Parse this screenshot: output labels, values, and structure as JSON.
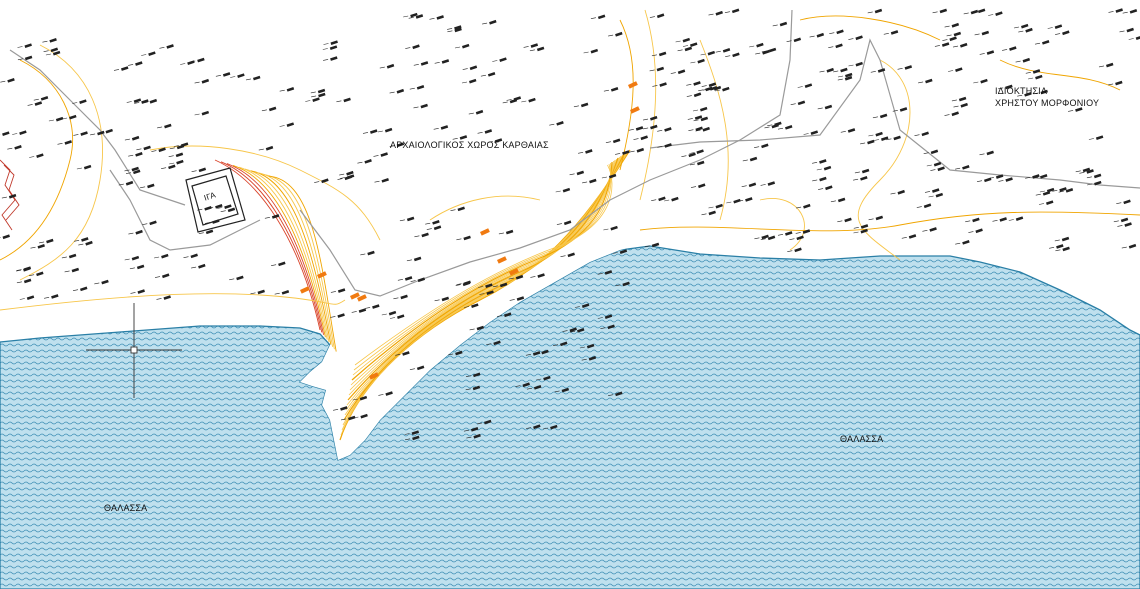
{
  "labels": {
    "archaeological_site": "ΑΡΧΑΙΟΛΟΓΙΚΟΣ ΧΩΡΟΣ ΚΑΡΘΑΙΑΣ",
    "owner_line1": "ΙΔΙΟΚΤΗΣΙΑ",
    "owner_line2": "ΧΡΗΣΤΟΥ ΜΟΡΦΟΝΙΟΥ",
    "sea_left": "ΘΑΛΑΣΣΑ",
    "sea_right": "ΘΑΛΑΣΣΑ",
    "building_mark": "ΙΓΑ"
  },
  "colors": {
    "sea_fill": "#bfe0ee",
    "sea_pattern": "#3f8fb5",
    "coastline": "#2a7fa6",
    "contour_major": "#f0a500",
    "contour_minor": "#f7c64a",
    "contour_red": "#d9442b",
    "path": "#9a9a9a",
    "elevation_mark": "#222222",
    "accent_orange": "#f07a10",
    "crosshair": "#333333"
  },
  "icons": [
    "cursor-crosshair-icon"
  ]
}
